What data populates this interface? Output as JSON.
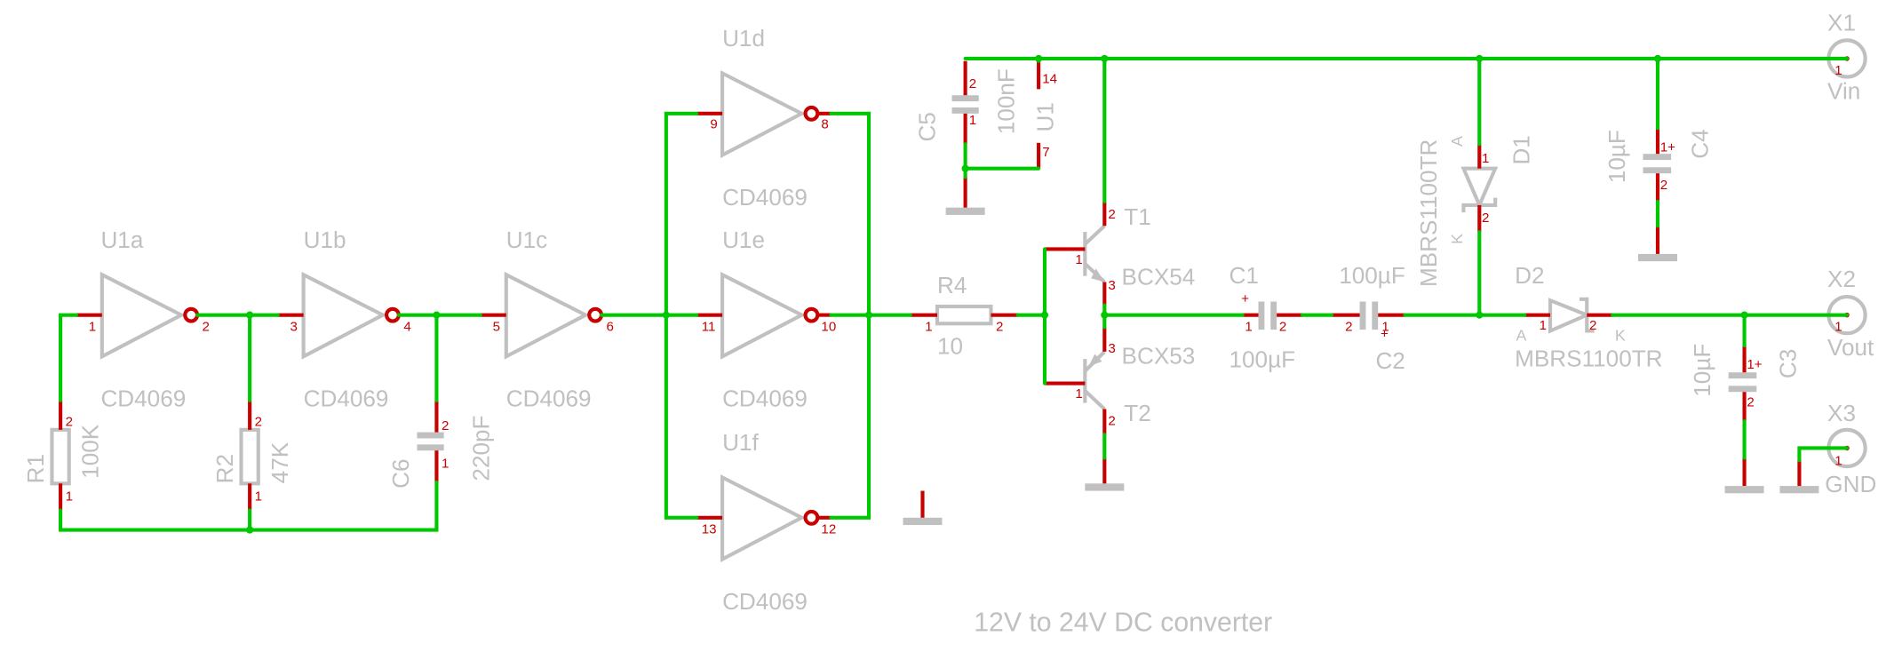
{
  "title": "12V to 24V DC converter",
  "colors": {
    "wire": "#00c800",
    "pin": "#c80000",
    "symbol": "#c0c0c0"
  },
  "inverters": [
    {
      "ref": "U1a",
      "value": "CD4069",
      "in_pin": "1",
      "out_pin": "2"
    },
    {
      "ref": "U1b",
      "value": "CD4069",
      "in_pin": "3",
      "out_pin": "4"
    },
    {
      "ref": "U1c",
      "value": "CD4069",
      "in_pin": "5",
      "out_pin": "6"
    },
    {
      "ref": "U1d",
      "value": "CD4069",
      "in_pin": "9",
      "out_pin": "8"
    },
    {
      "ref": "U1e",
      "value": "CD4069",
      "in_pin": "11",
      "out_pin": "10"
    },
    {
      "ref": "U1f",
      "value": "CD4069",
      "in_pin": "13",
      "out_pin": "12"
    }
  ],
  "resistors": [
    {
      "ref": "R1",
      "value": "100K",
      "pin_a": "2",
      "pin_b": "1"
    },
    {
      "ref": "R2",
      "value": "47K",
      "pin_a": "2",
      "pin_b": "1"
    },
    {
      "ref": "R4",
      "value": "10",
      "pin_a": "1",
      "pin_b": "2"
    }
  ],
  "capacitors": [
    {
      "ref": "C6",
      "value": "220pF",
      "pin_a": "2",
      "pin_b": "1"
    },
    {
      "ref": "C5",
      "value": "100nF",
      "pin_a": "2",
      "pin_b": "1"
    },
    {
      "ref": "C1",
      "value": "100µF",
      "pin_a": "1",
      "pin_b": "2",
      "polarity": "+"
    },
    {
      "ref": "C2",
      "value": "100µF",
      "pin_a": "2",
      "pin_b": "1",
      "polarity": "+"
    },
    {
      "ref": "C4",
      "value": "10µF",
      "pin_a": "1+",
      "pin_b": "2"
    },
    {
      "ref": "C3",
      "value": "10µF",
      "pin_a": "1+",
      "pin_b": "2"
    }
  ],
  "power": {
    "ref": "U1",
    "vdd_pin": "14",
    "vss_pin": "7"
  },
  "transistors": [
    {
      "ref": "T1",
      "value": "BCX54",
      "base": "1",
      "collector": "2",
      "emitter": "3"
    },
    {
      "ref": "T2",
      "value": "BCX53",
      "base": "1",
      "collector": "2",
      "emitter": "3"
    }
  ],
  "diodes": [
    {
      "ref": "D1",
      "value": "MBRS1100TR",
      "anode": "A",
      "cathode": "K",
      "pin1": "1",
      "pin2": "2"
    },
    {
      "ref": "D2",
      "value": "MBRS1100TR",
      "anode": "A",
      "cathode": "K",
      "pin1": "1",
      "pin2": "2"
    }
  ],
  "connectors": [
    {
      "ref": "X1",
      "name": "Vin",
      "pin": "1"
    },
    {
      "ref": "X2",
      "name": "Vout",
      "pin": "1"
    },
    {
      "ref": "X3",
      "name": "GND",
      "pin": "1"
    }
  ]
}
